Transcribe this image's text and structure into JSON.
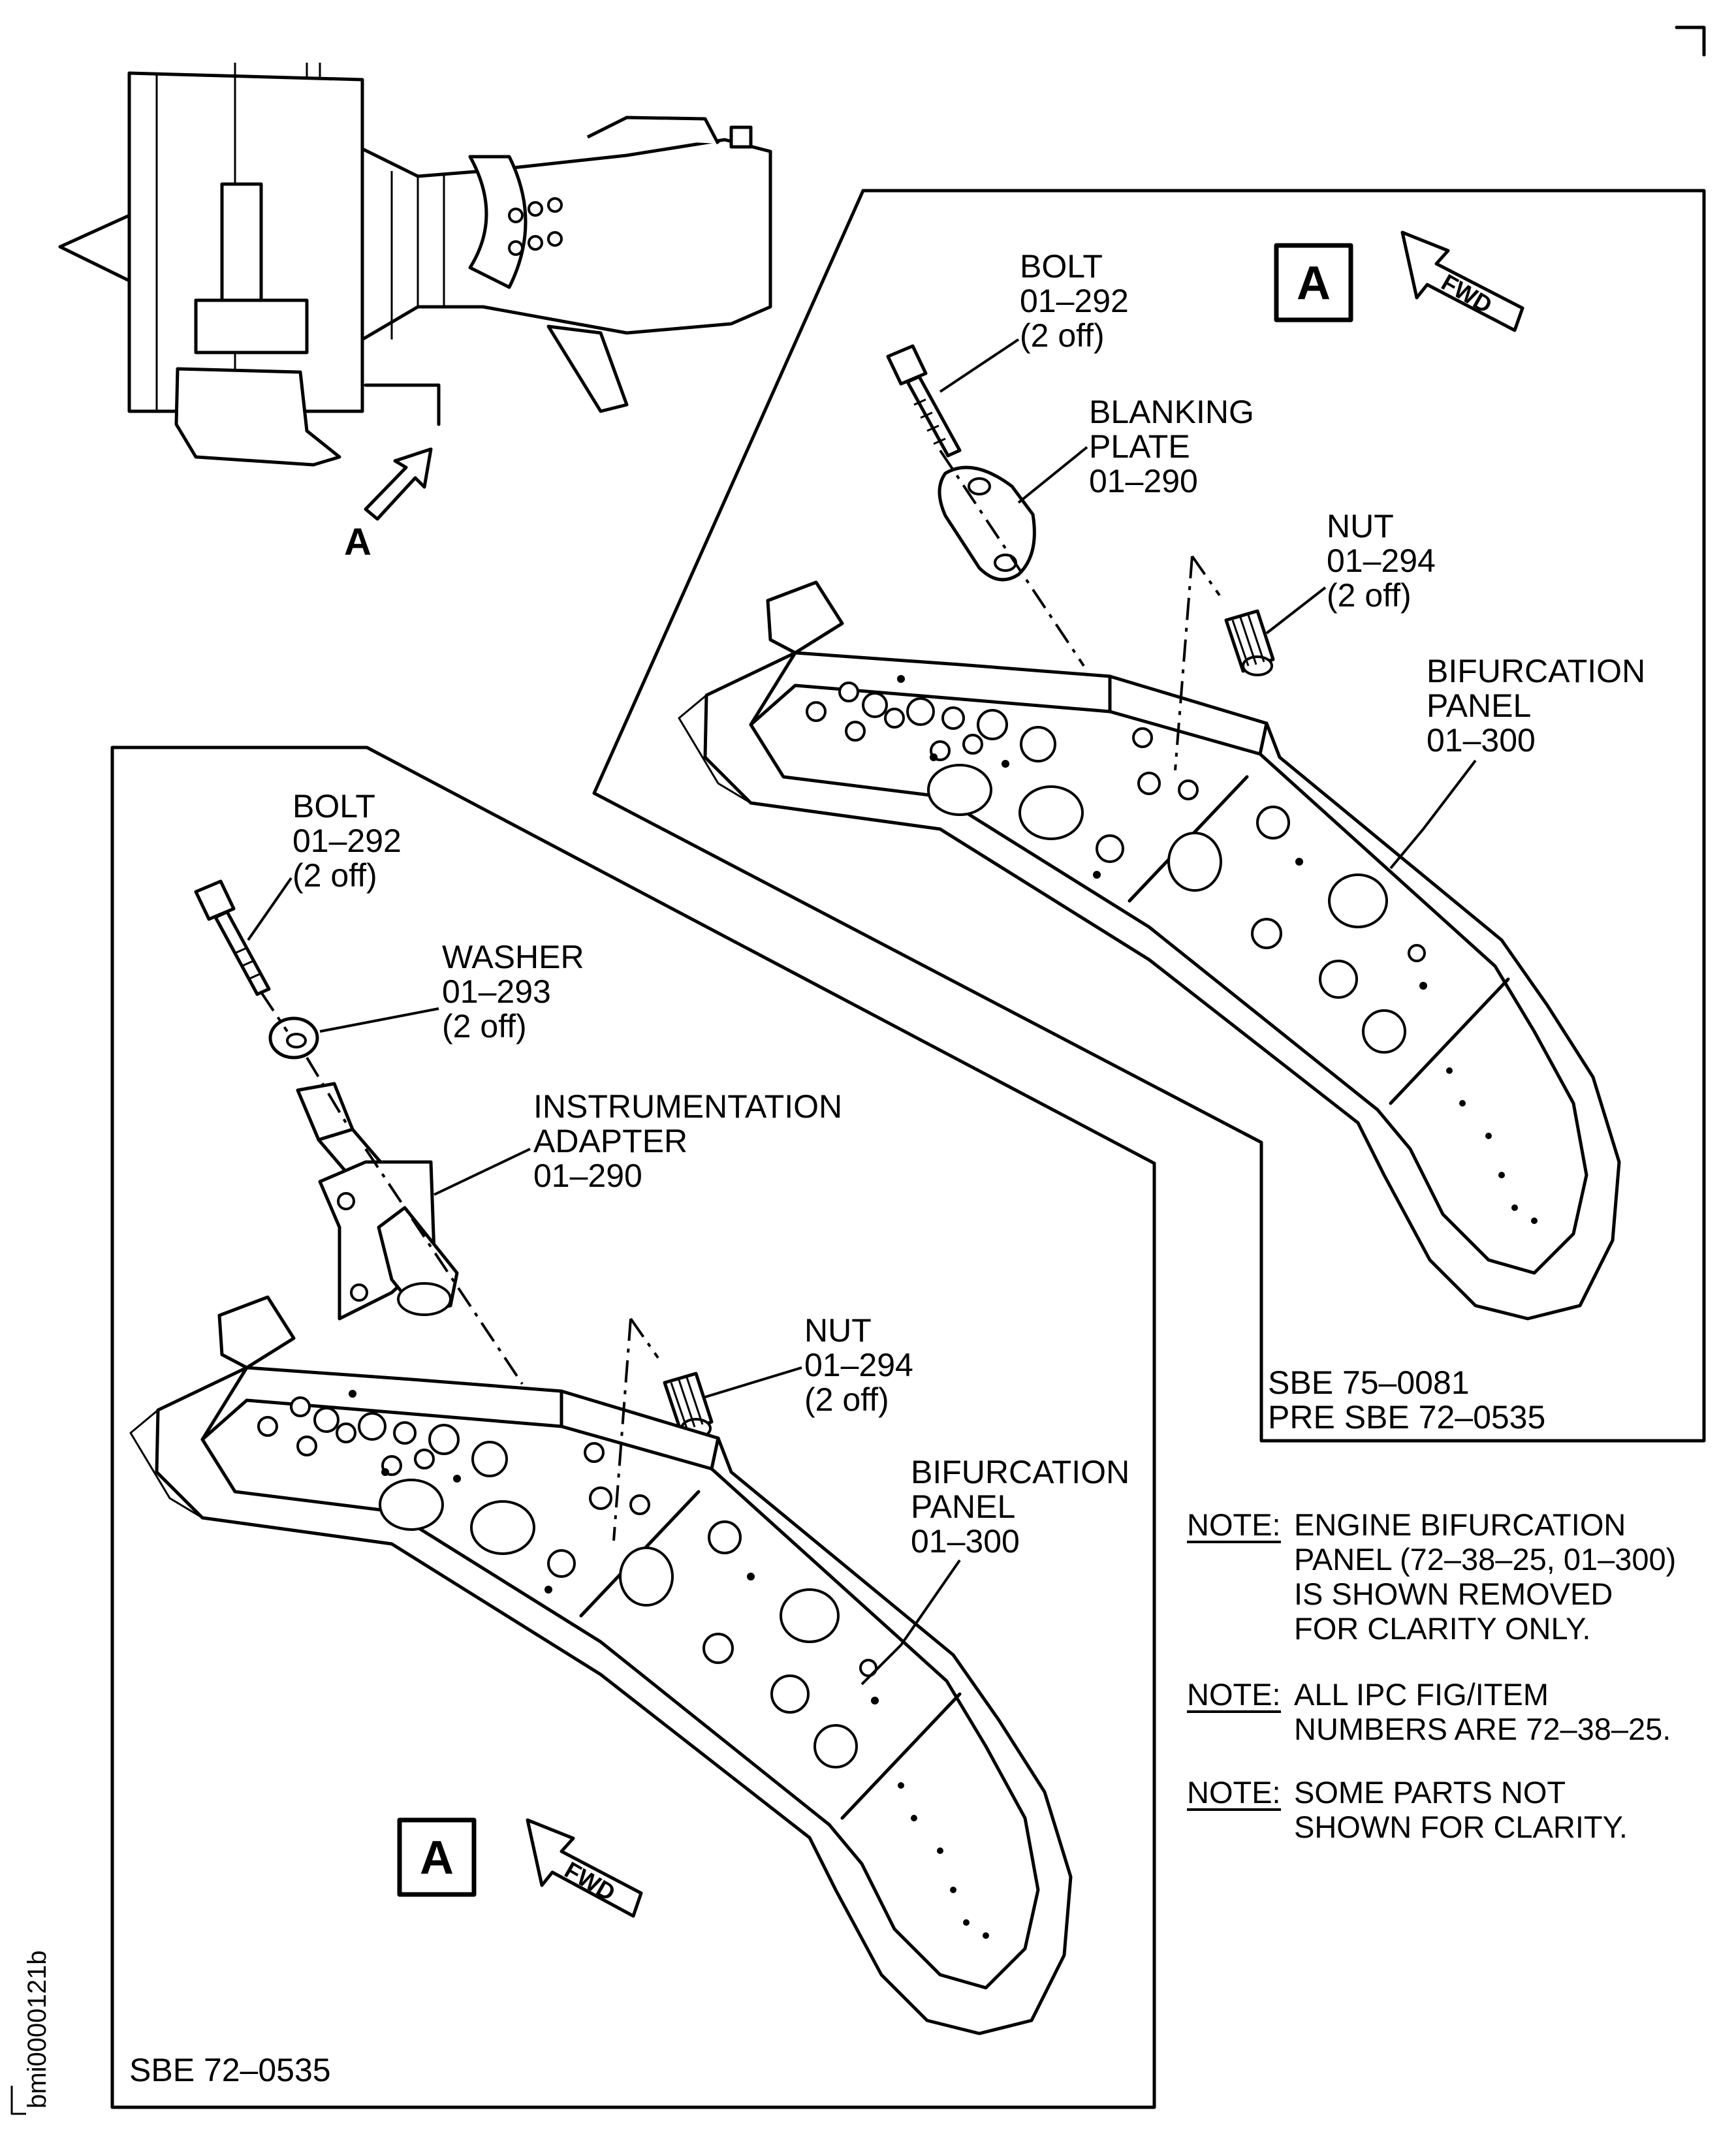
{
  "engine_view": {
    "view_label": "A"
  },
  "detail_pre": {
    "view_label": "A",
    "fwd_label": "FWD",
    "labels": {
      "bolt": [
        "BOLT",
        "01–292",
        "(2 off)"
      ],
      "blanking_plate": [
        "BLANKING",
        "PLATE",
        "01–290"
      ],
      "nut": [
        "NUT",
        "01–294",
        "(2 off)"
      ],
      "panel": [
        "BIFURCATION",
        "PANEL",
        "01–300"
      ]
    },
    "sbe": [
      "SBE 75–0081",
      "PRE SBE 72–0535"
    ]
  },
  "detail_post": {
    "view_label": "A",
    "fwd_label": "FWD",
    "labels": {
      "bolt": [
        "BOLT",
        "01–292",
        "(2 off)"
      ],
      "washer": [
        "WASHER",
        "01–293",
        "(2 off)"
      ],
      "adapter": [
        "INSTRUMENTATION",
        "ADAPTER",
        "01–290"
      ],
      "nut": [
        "NUT",
        "01–294",
        "(2 off)"
      ],
      "panel": [
        "BIFURCATION",
        "PANEL",
        "01–300"
      ]
    },
    "sbe": [
      "SBE 72–0535"
    ]
  },
  "notes": [
    {
      "prefix": "NOTE:",
      "lines": [
        "ENGINE BIFURCATION",
        "PANEL (72–38–25, 01–300)",
        "IS SHOWN REMOVED",
        "FOR CLARITY ONLY."
      ]
    },
    {
      "prefix": "NOTE:",
      "lines": [
        "ALL IPC FIG/ITEM",
        "NUMBERS ARE 72–38–25."
      ]
    },
    {
      "prefix": "NOTE:",
      "lines": [
        "SOME PARTS NOT",
        "SHOWN FOR CLARITY."
      ]
    }
  ],
  "figure_id": "bmi0000121b"
}
